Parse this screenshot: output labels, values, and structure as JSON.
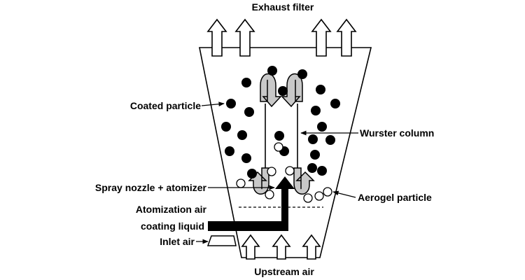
{
  "labels": {
    "exhaust_filter": "Exhaust filter",
    "coated_particle": "Coated particle",
    "wurster_column": "Wurster column",
    "spray_nozzle": "Spray nozzle + atomizer",
    "aerogel_particle": "Aerogel particle",
    "atomization_air": "Atomization air",
    "coating_liquid": "coating liquid",
    "inlet_air": "Inlet air",
    "upstream_air": "Upstream air"
  },
  "colors": {
    "line": "#000000",
    "background": "#ffffff",
    "loop_arrow_fill": "#c8c8c8",
    "coated_particle_fill": "#000000",
    "aerogel_particle_fill": "#ffffff"
  }
}
